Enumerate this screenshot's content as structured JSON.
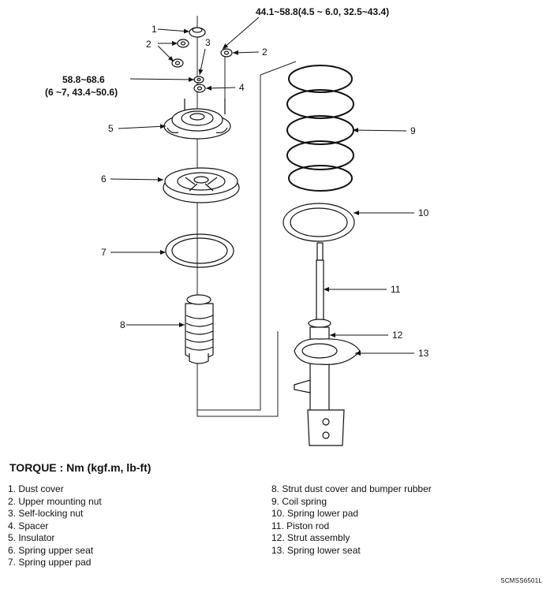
{
  "callouts": {
    "c1": "1",
    "c2a": "2",
    "c2b": "2",
    "c3": "3",
    "c4": "4",
    "c5": "5",
    "c6": "6",
    "c7": "7",
    "c8": "8",
    "c9": "9",
    "c10": "10",
    "c11": "11",
    "c12": "12",
    "c13": "13"
  },
  "torques": {
    "upper_nut": "44.1~58.8(4.5 ~ 6.0, 32.5~43.4)",
    "self_lock_line1": "58.8~68.6",
    "self_lock_line2": "(6 ~7, 43.4~50.6)"
  },
  "torque_heading": "TORQUE : Nm (kgf.m, lb-ft)",
  "legend": {
    "left": [
      "1. Dust cover",
      "2. Upper mounting nut",
      "3. Self-locking nut",
      "4. Spacer",
      "5. Insulator",
      "6. Spring upper seat",
      "7. Spring upper pad"
    ],
    "right": [
      "8. Strut dust cover and bumper rubber",
      "9. Coil spring",
      "10. Spring lower pad",
      "11. Piston rod",
      "12. Strut assembly",
      "13. Spring lower seat"
    ]
  },
  "image_code": "SCMSS6501L"
}
